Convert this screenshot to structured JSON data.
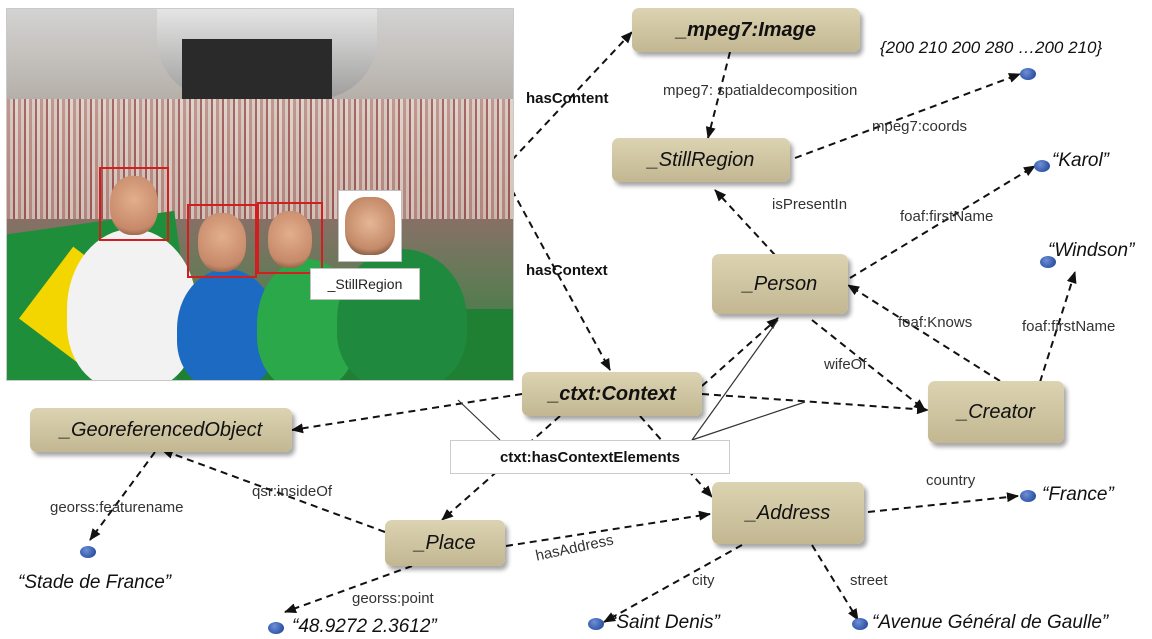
{
  "photo": {
    "caption": "_StillRegion"
  },
  "nodes": {
    "image": "_mpeg7:Image",
    "still_region": "_StillRegion",
    "person": "_Person",
    "context": "_ctxt:Context",
    "creator": "_Creator",
    "georef": "_GeoreferencedObject",
    "place": "_Place",
    "address": "_Address"
  },
  "edges": {
    "has_content": "hasContent",
    "has_context": "hasContext",
    "spatial_decomposition": "mpeg7: spatialdecomposition",
    "coords": "mpeg7:coords",
    "is_present_in": "isPresentIn",
    "first_name_person": "foaf:firstName",
    "first_name_creator": "foaf:firstName",
    "knows": "foaf:Knows",
    "wife_of": "wifeOf",
    "has_context_elements": "ctxt:hasContextElements",
    "inside_of": "qsr:insideOf",
    "featurename": "georss:featurename",
    "has_address": "hasAddress",
    "point": "georss:point",
    "city": "city",
    "street": "street",
    "country": "country"
  },
  "literals": {
    "coords": "{200 210 200 280 …200 210}",
    "karol": "“Karol”",
    "windson": "“Windson”",
    "france": "“France”",
    "stade": "“Stade de France”",
    "point": "“48.9272 2.3612”",
    "saint_denis": "“Saint Denis”",
    "avenue": "“Avenue Général de Gaulle”"
  }
}
